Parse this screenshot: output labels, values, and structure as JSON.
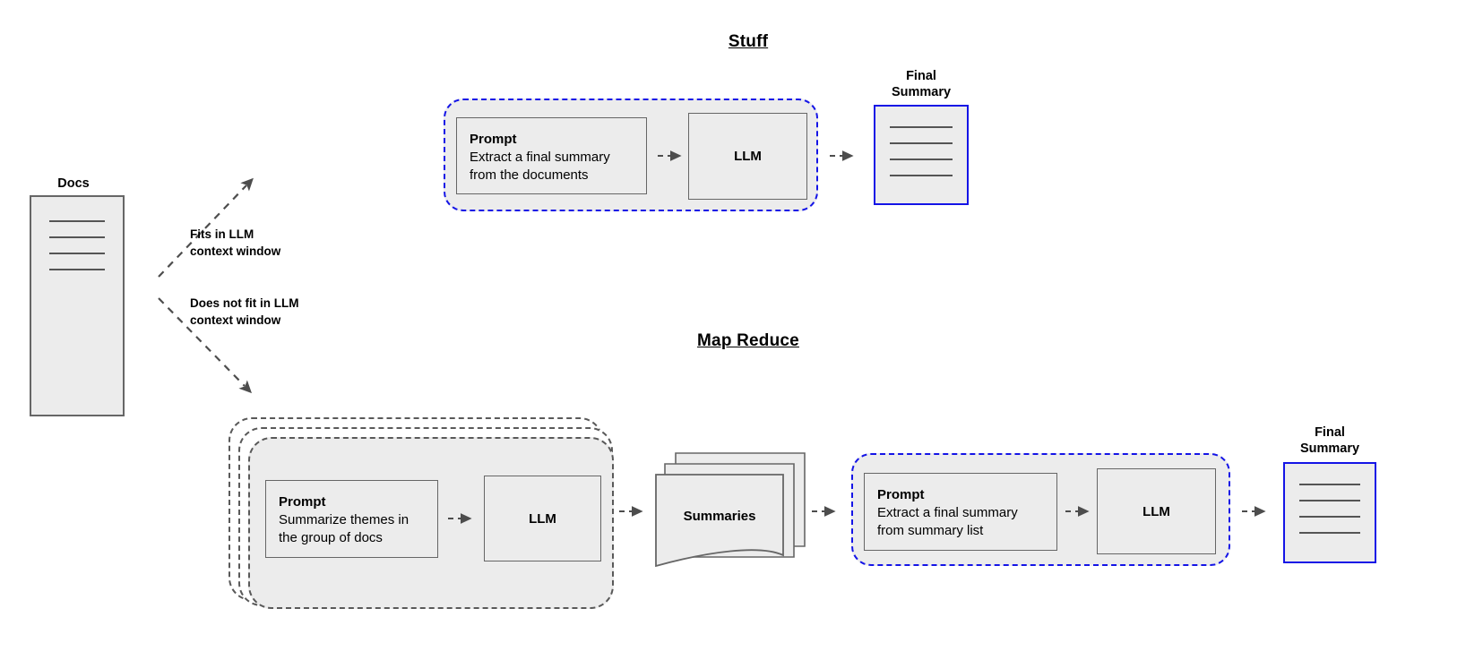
{
  "diagram": {
    "title_stuff": "Stuff",
    "title_map_reduce": "Map Reduce",
    "docs": {
      "caption": "Docs"
    },
    "edges": {
      "fits": "Fits in LLM\ncontext window",
      "does_not_fit": "Does not fit in LLM\ncontext window"
    },
    "stuff": {
      "prompt": {
        "title": "Prompt",
        "body": "Extract a final summary\nfrom the documents"
      },
      "llm": "LLM",
      "final_summary_caption": "Final\nSummary"
    },
    "map_reduce": {
      "map_prompt": {
        "title": "Prompt",
        "body": "Summarize themes in\nthe group of docs"
      },
      "map_llm": "LLM",
      "summaries": "Summaries",
      "reduce_prompt": {
        "title": "Prompt",
        "body": "Extract a final summary\nfrom summary list"
      },
      "reduce_llm": "LLM",
      "final_summary_caption": "Final\nSummary"
    },
    "colors": {
      "group_border_blue": "#1414e6",
      "group_border_gray": "#595959",
      "node_fill": "#ececec",
      "node_border": "#666666",
      "arrow": "#4d4d4d",
      "page_line": "#555555"
    }
  }
}
